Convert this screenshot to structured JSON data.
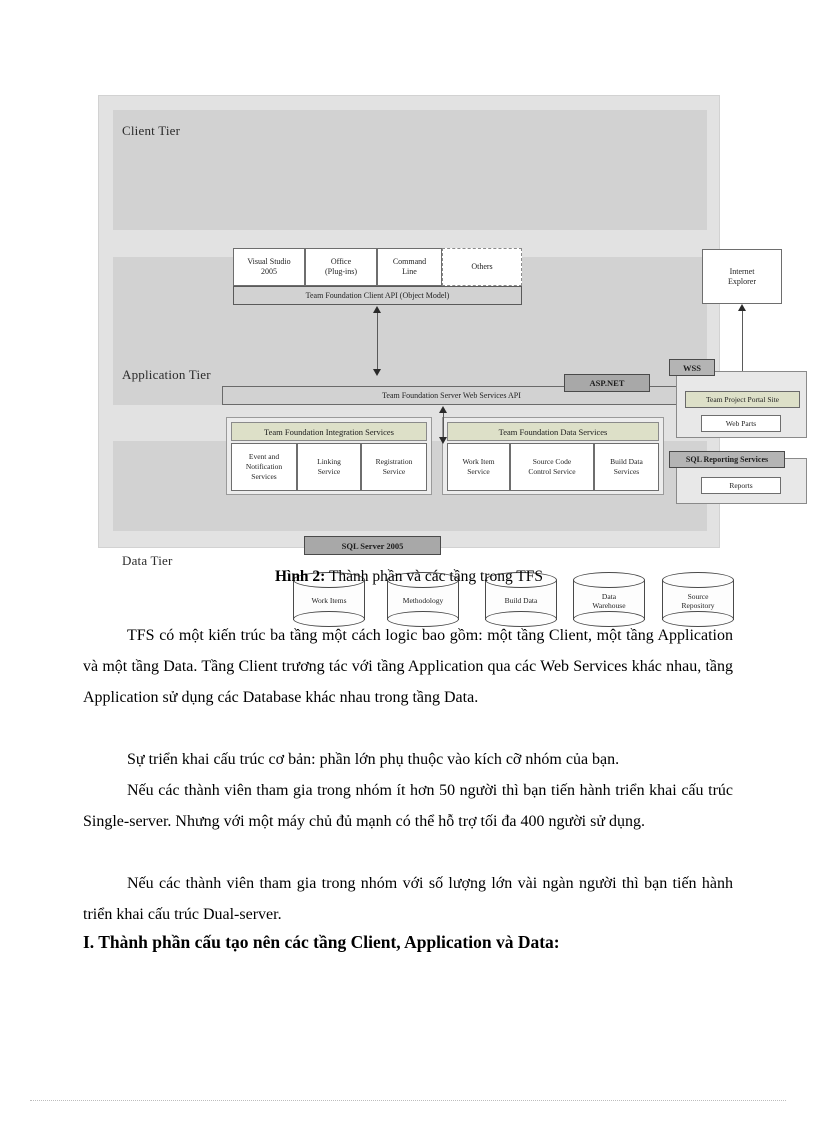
{
  "figure": {
    "client_tier": {
      "title": "Client Tier",
      "boxes": [
        {
          "label": "Visual Studio\n2005"
        },
        {
          "label": "Office\n(Plug-ins)"
        },
        {
          "label": "Command\nLine"
        },
        {
          "label": "Others"
        }
      ],
      "api_bar": "Team Foundation Client API (Object Model)",
      "browser": "Internet\nExplorer"
    },
    "application_tier": {
      "title": "Application Tier",
      "aspnet_tag": "ASP.NET",
      "web_services_api": "Team Foundation Server Web Services API",
      "integration_services": {
        "header": "Team Foundation Integration Services",
        "cells": [
          "Event and\nNotification\nServices",
          "Linking\nService",
          "Registration\nService"
        ]
      },
      "data_services": {
        "header": "Team Foundation Data Services",
        "cells": [
          "Work Item\nService",
          "Source Code\nControl Service",
          "Build Data\nServices"
        ]
      },
      "wss": {
        "tag": "WSS",
        "portal_site": "Team Project Portal Site",
        "web_parts": "Web Parts"
      },
      "sql_reporting": {
        "tag": "SQL Reporting Services",
        "reports": "Reports"
      }
    },
    "data_tier": {
      "title": "Data Tier",
      "sql_server_tag": "SQL Server 2005",
      "databases": [
        "Work Items",
        "Methodology",
        "Build Data",
        "Data\nWarehouse",
        "Source\nRepository"
      ]
    }
  },
  "caption": {
    "label": "Hình 2:",
    "text": " Thành phần và các tầng trong TFS"
  },
  "paragraphs": {
    "p1": "TFS có một kiến trúc ba tầng một cách logic bao gồm: một tầng Client, một tầng Application và một tầng Data. Tầng Client trương tác với tầng Application qua các Web Services khác nhau, tầng Application sử dụng các Database khác nhau trong tầng Data.",
    "p2": "Sự triển khai cấu trúc cơ bản: phần lớn phụ thuộc vào kích cỡ nhóm của bạn.",
    "p3": "Nếu các thành viên tham gia trong nhóm ít hơn 50 người thì bạn tiến hành triển khai cấu trúc Single-server. Nhưng với một máy chủ đủ mạnh có thể hỗ trợ tối đa 400 người sử dụng.",
    "p4": "Nếu các thành viên tham gia trong nhóm với số lượng lớn vài ngàn người thì bạn tiến hành triển khai cấu trúc Dual-server."
  },
  "heading": "I. Thành phần cấu tạo nên các tầng Client, Application và Data:"
}
